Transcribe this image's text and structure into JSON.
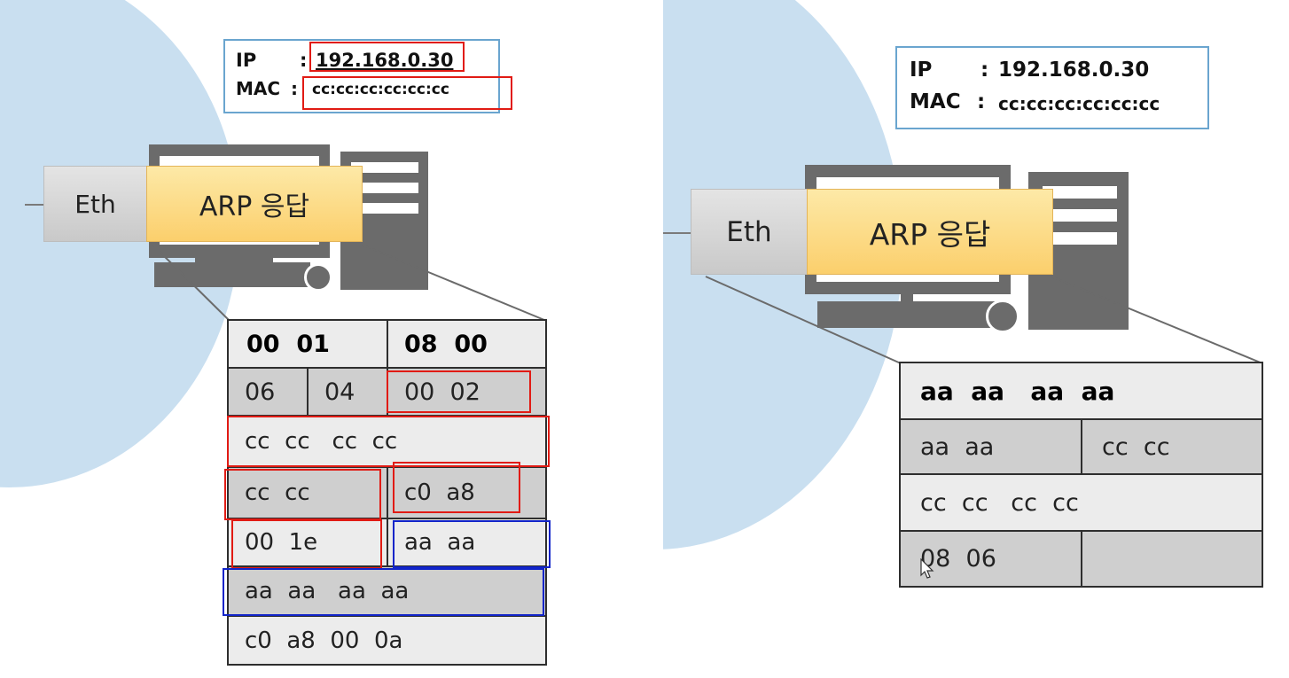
{
  "left": {
    "info": {
      "ip_label": "IP",
      "ip_sep": ":",
      "ip_value": "192.168.0.30",
      "mac_label": "MAC",
      "mac_sep": ":",
      "mac_value": "cc:cc:cc:cc:cc:cc"
    },
    "eth_label": "Eth",
    "arp_label": "ARP 응답",
    "packet": {
      "row1": [
        "00  01",
        "08  00"
      ],
      "row2": [
        "06",
        "04",
        "00  02"
      ],
      "row3": [
        "cc  cc   cc  cc"
      ],
      "row4": [
        "cc  cc",
        "c0  a8"
      ],
      "row5": [
        "00  1e",
        "aa  aa"
      ],
      "row6": [
        "aa  aa   aa  aa"
      ],
      "row7": [
        "c0  a8  00  0a"
      ]
    }
  },
  "right": {
    "info": {
      "ip_label": "IP",
      "ip_sep": ":",
      "ip_value": "192.168.0.30",
      "mac_label": "MAC",
      "mac_sep": ":",
      "mac_value": "cc:cc:cc:cc:cc:cc"
    },
    "eth_label": "Eth",
    "arp_label": "ARP 응답",
    "packet": {
      "row1": [
        "aa  aa   aa  aa"
      ],
      "row2": [
        "aa  aa",
        "cc  cc"
      ],
      "row3": [
        "cc  cc   cc  cc"
      ],
      "row4": [
        "08  06",
        ""
      ]
    }
  },
  "colors": {
    "highlight_red": "#e11b14",
    "highlight_blue": "#1124c9",
    "arp_fill": "#fbcf6c",
    "info_border": "#6aa5cf"
  }
}
